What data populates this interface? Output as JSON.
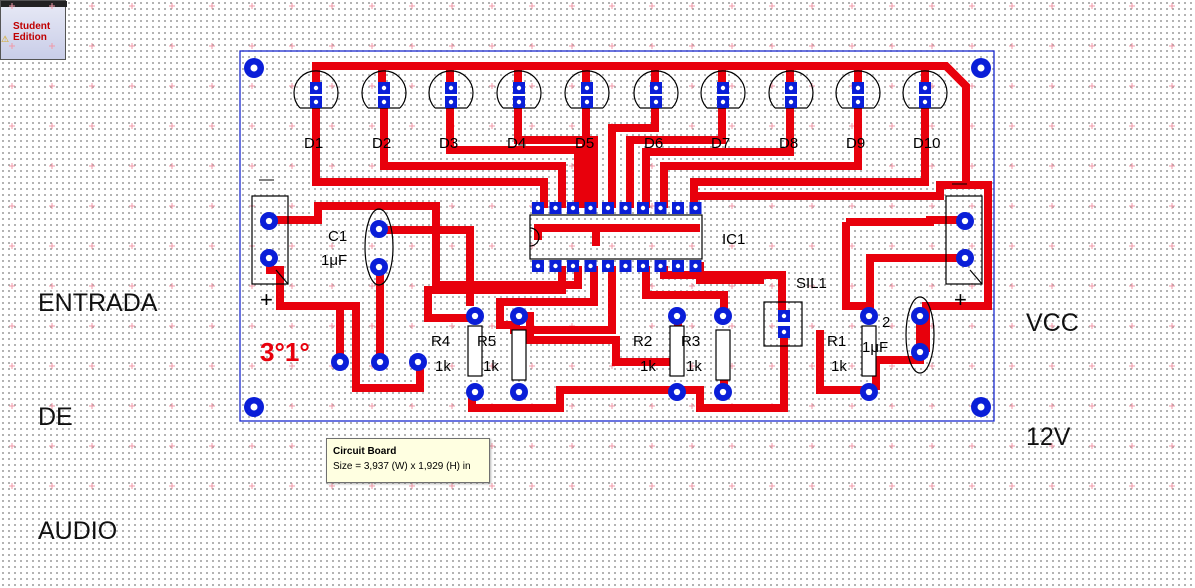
{
  "badge": {
    "line1": "Student",
    "line2": "Edition"
  },
  "labels": {
    "left": [
      "ENTRADA",
      "DE",
      "AUDIO"
    ],
    "right": [
      "VCC",
      "12V"
    ]
  },
  "leds": [
    "D1",
    "D2",
    "D3",
    "D4",
    "D5",
    "D6",
    "D7",
    "D8",
    "D9",
    "D10"
  ],
  "parts": {
    "ic1": "IC1",
    "c1": "C1",
    "c1_value": "1μF",
    "c2_value": "1μF",
    "sil1": "SIL1",
    "r1": "R1",
    "r2": "R2",
    "r3": "R3",
    "r4": "R4",
    "r5": "R5",
    "r_value": "1k",
    "c2": "2"
  },
  "polarity": {
    "minus": "—",
    "plus": "+"
  },
  "arabic_mark": "3°1°",
  "tooltip": {
    "title": "Circuit Board",
    "size": "Size = 3,937 (W) x 1,929 (H) in"
  },
  "colors": {
    "trace": "#e8000c",
    "pad": "#0a1ed8",
    "board": "#1a2ad0"
  }
}
